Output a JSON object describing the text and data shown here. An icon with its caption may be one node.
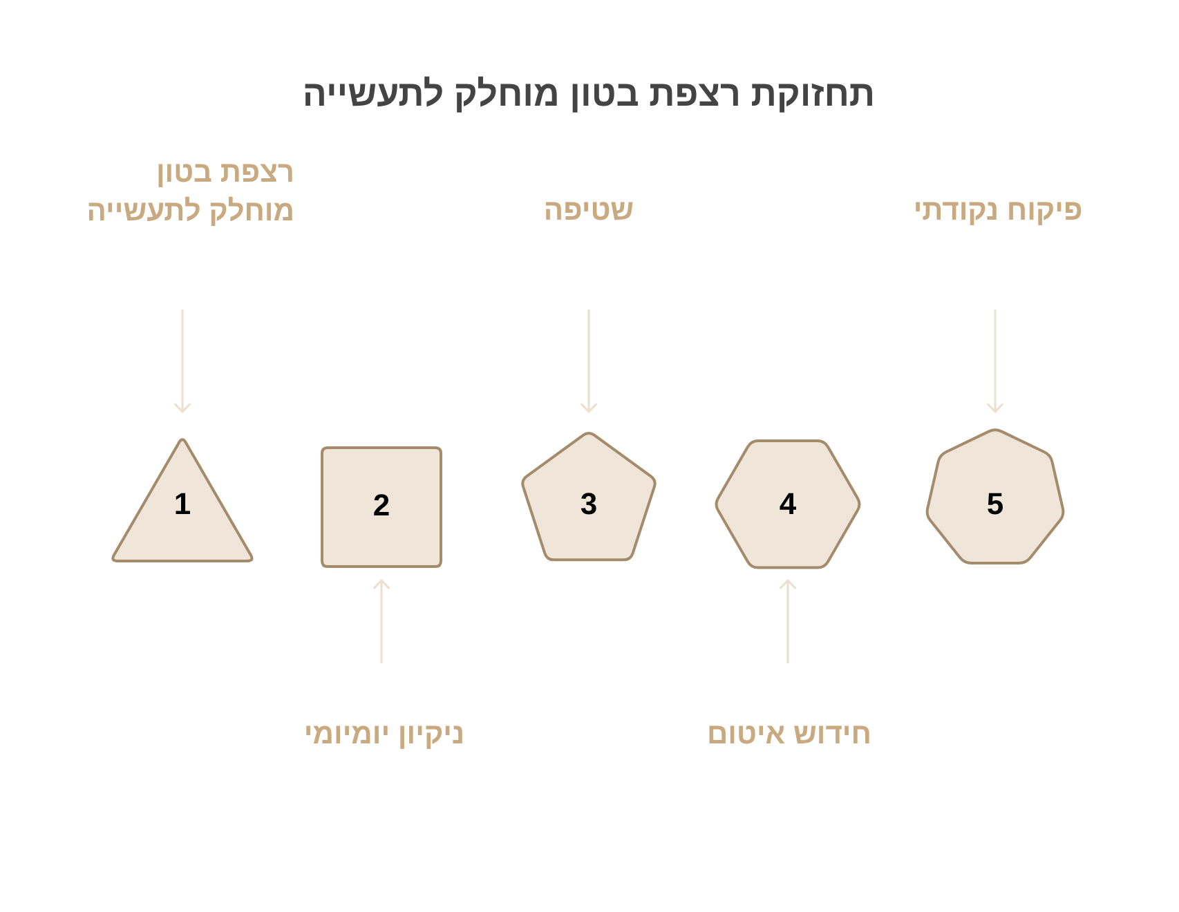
{
  "diagram": {
    "title": "תחזוקת רצפת בטון מוחלק לתעשייה",
    "nodes": [
      {
        "text": [
          "רצפת בטון מוחלק לתעשייה"
        ]
      },
      {
        "text": [
          "שטיפה"
        ]
      },
      {
        "text": [
          "פיקוח נקודתי"
        ]
      },
      {
        "text": [
          "1"
        ]
      },
      {
        "text": [
          "2"
        ]
      },
      {
        "text": [
          "3"
        ]
      },
      {
        "text": [
          "4"
        ]
      },
      {
        "text": [
          "5"
        ]
      },
      {
        "text": [
          "ניקיון יומיומי"
        ]
      },
      {
        "text": [
          "חידוש איטום"
        ]
      }
    ],
    "edges": [
      {
        "from": 0,
        "to": 3,
        "arrow": "to"
      },
      {
        "from": 1,
        "to": 5,
        "arrow": "to"
      },
      {
        "from": 2,
        "to": 7,
        "arrow": "to"
      },
      {
        "from": 8,
        "to": 4,
        "arrow": "to"
      },
      {
        "from": 9,
        "to": 6,
        "arrow": "to"
      }
    ]
  }
}
